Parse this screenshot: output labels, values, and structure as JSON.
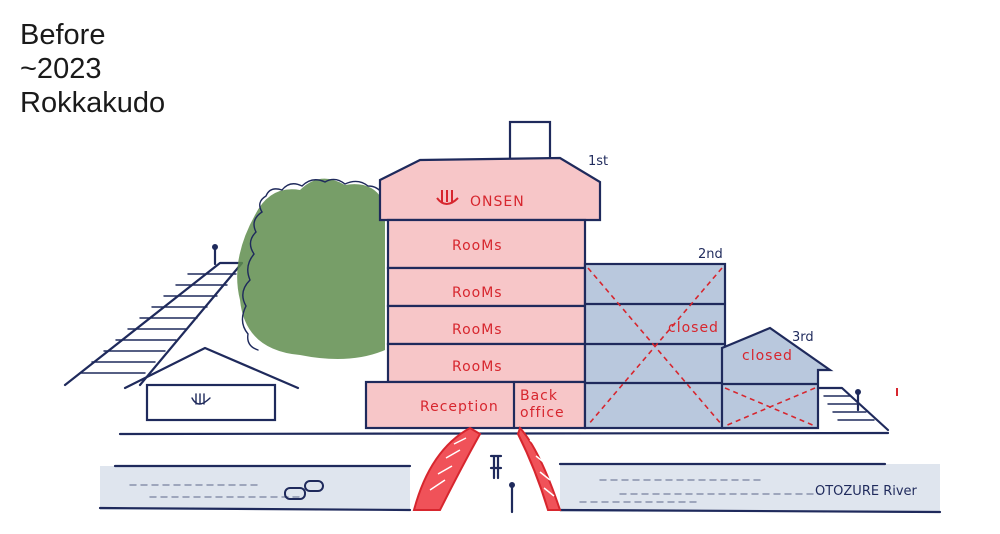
{
  "title": {
    "line1": "Before",
    "line2": "~2023",
    "line3": "Rokkakudo"
  },
  "building": {
    "onsen_label": "ONSEN",
    "floor_labels": [
      "RooMs",
      "RooMs",
      "RooMs",
      "RooMs"
    ],
    "reception_label": "Reception",
    "back_office_line1": "Back",
    "back_office_line2": "office"
  },
  "wings": {
    "first_label": "1st",
    "second_label": "2nd",
    "third_label": "3rd",
    "closed_label_2nd": "closed",
    "closed_label_3rd": "closed"
  },
  "river": {
    "label": "OTOZURE River"
  },
  "icons": [
    "onsen-icon",
    "tree",
    "person",
    "bridge",
    "stepping-stones"
  ],
  "colors": {
    "ink": "#1f2a5c",
    "red": "#d7262e",
    "main_building_fill": "#f7c6c8",
    "closed_wing_fill": "#b9c8dd",
    "tree_fill": "#5f8d4e",
    "river_fill": "#dfe5ee"
  }
}
